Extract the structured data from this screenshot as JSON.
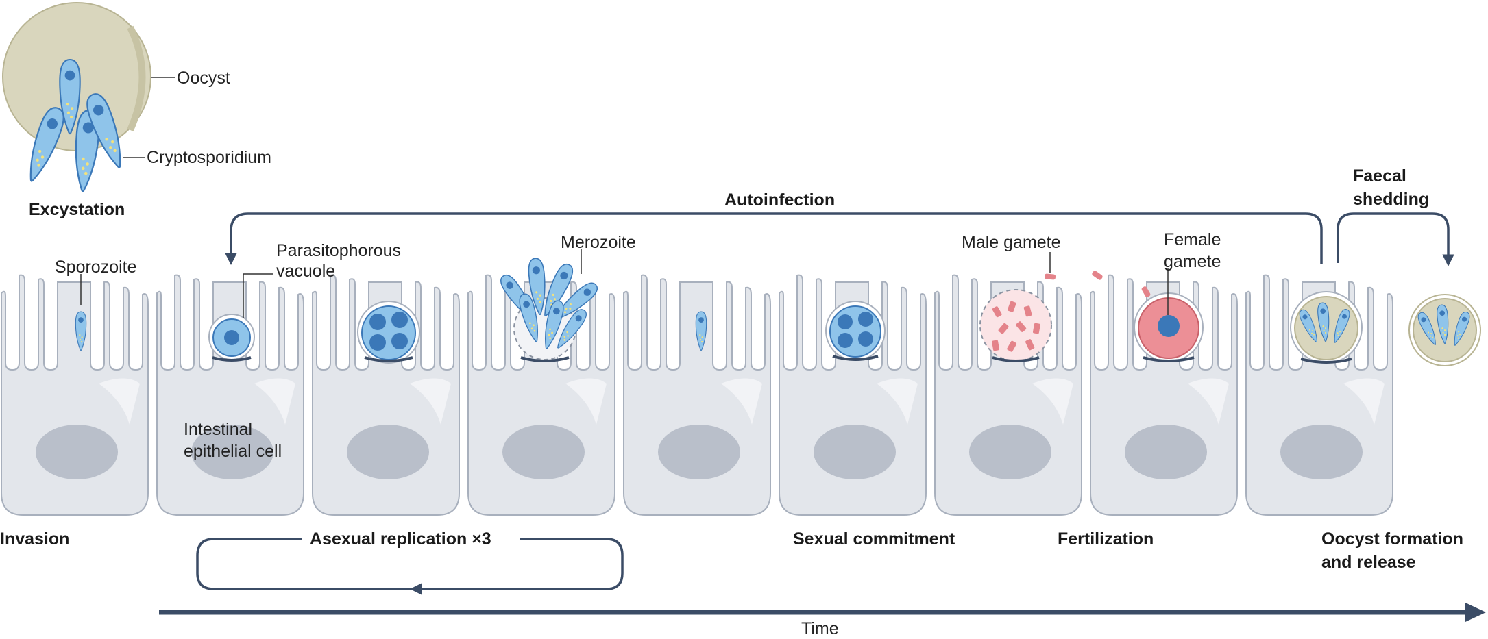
{
  "labels": {
    "oocyst": "Oocyst",
    "cryptosporidium": "Cryptosporidium",
    "sporozoite": "Sporozoite",
    "parasitophorous_line1": "Parasitophorous",
    "parasitophorous_line2": "vacuole",
    "merozoite": "Merozoite",
    "male_gamete": "Male gamete",
    "female_gamete_line1": "Female",
    "female_gamete_line2": "gamete",
    "epithelial_line1": "Intestinal",
    "epithelial_line2": "epithelial cell"
  },
  "stages": {
    "excystation": "Excystation",
    "autoinfection": "Autoinfection",
    "faecal_shedding_line1": "Faecal",
    "faecal_shedding_line2": "shedding",
    "invasion": "Invasion",
    "asexual_replication": "Asexual replication ×3",
    "sexual_commitment": "Sexual commitment",
    "fertilization": "Fertilization",
    "oocyst_formation_line1": "Oocyst formation",
    "oocyst_formation_line2": "and release"
  },
  "axis": {
    "time": "Time"
  },
  "colors": {
    "cell_fill": "#e3e6eb",
    "cell_stroke": "#a8b0bd",
    "nucleus": "#b9bfca",
    "parasite": "#8fc4ea",
    "parasite_dark": "#3b78b8",
    "oocyst_wall": "#d9d6bd",
    "male_gamete": "#e4838a",
    "female_gamete": "#ec8f96",
    "arrow": "#3b4c66"
  }
}
